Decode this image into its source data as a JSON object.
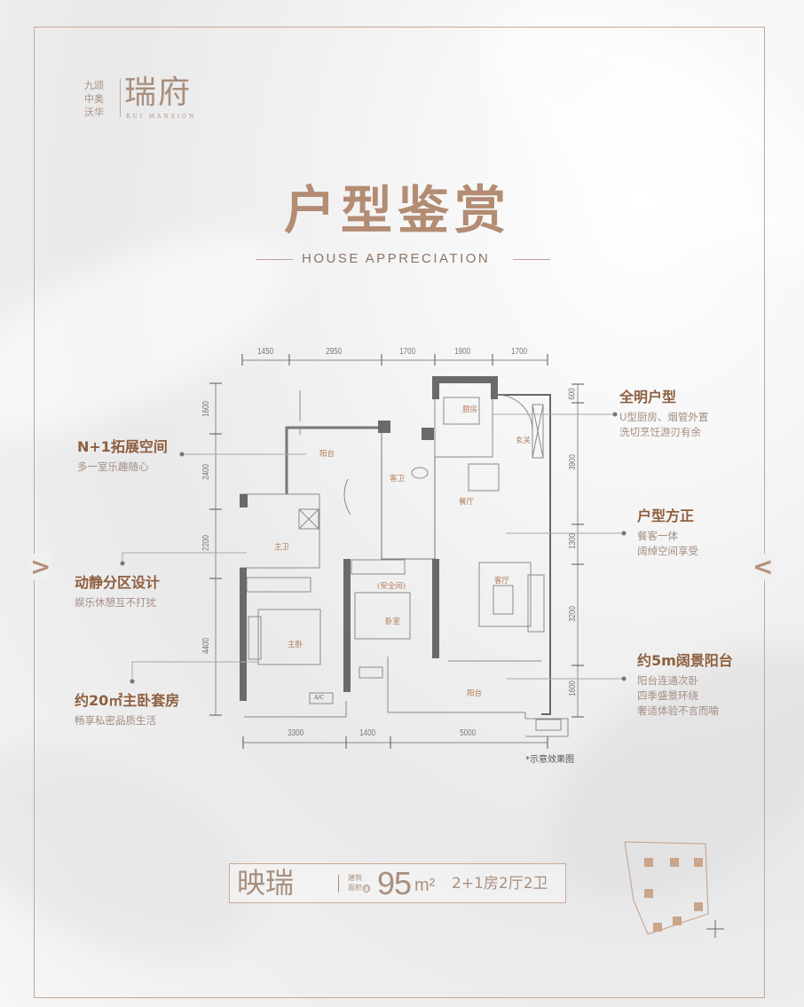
{
  "logo": {
    "lines": [
      "九颂",
      "中奥",
      "沃华"
    ],
    "name": "瑞府",
    "english": "RUI MANSION"
  },
  "header": {
    "title": "户型鉴赏",
    "subtitle": "HOUSE APPRECIATION"
  },
  "callouts": {
    "left": [
      {
        "title": "N+1拓展空间",
        "desc": [
          "多一室乐趣随心"
        ]
      },
      {
        "title": "动静分区设计",
        "desc": [
          "娱乐休憩互不打扰"
        ]
      },
      {
        "title": "约20㎡主卧套房",
        "desc": [
          "畅享私密品质生活"
        ]
      }
    ],
    "right": [
      {
        "title": "全明户型",
        "desc": [
          "U型厨房、烟管外置",
          "洗切烹饪游刃有余"
        ]
      },
      {
        "title": "户型方正",
        "desc": [
          "餐客一体",
          "阔绰空间享受"
        ]
      },
      {
        "title": "约5m阔景阳台",
        "desc": [
          "阳台连通次卧",
          "四季盛景环绕",
          "奢适体验不言而喻"
        ]
      }
    ]
  },
  "floorplan": {
    "rooms": {
      "kitchen": "厨房",
      "entry": "玄关",
      "balcony_top": "阳台",
      "guest_bath": "客卫",
      "dining": "餐厅",
      "master_bath": "主卫",
      "safe_room": "(安全间)",
      "bedroom": "卧室",
      "living": "客厅",
      "master_bed": "主卧",
      "balcony_bottom": "阳台"
    },
    "ac_label": "A/C",
    "dims_top": [
      "1450",
      "2950",
      "1700",
      "1900",
      "1700"
    ],
    "dims_left": [
      "1600",
      "2400",
      "2200",
      "4400"
    ],
    "dims_right": [
      "600",
      "3900",
      "1300",
      "3200",
      "1600"
    ],
    "dims_bottom": [
      "3300",
      "1400",
      "5000"
    ],
    "note": "*示意效果图"
  },
  "unit": {
    "name": "映瑞",
    "area_label_1": "建筑",
    "area_label_2": "面积",
    "area_mark": "约",
    "area": "95",
    "area_unit": "m²",
    "layout": "2+1房2厅2卫"
  },
  "colors": {
    "accent": "#b38c74",
    "frame": "#c4a894",
    "callout_title": "#8e5e3e"
  }
}
